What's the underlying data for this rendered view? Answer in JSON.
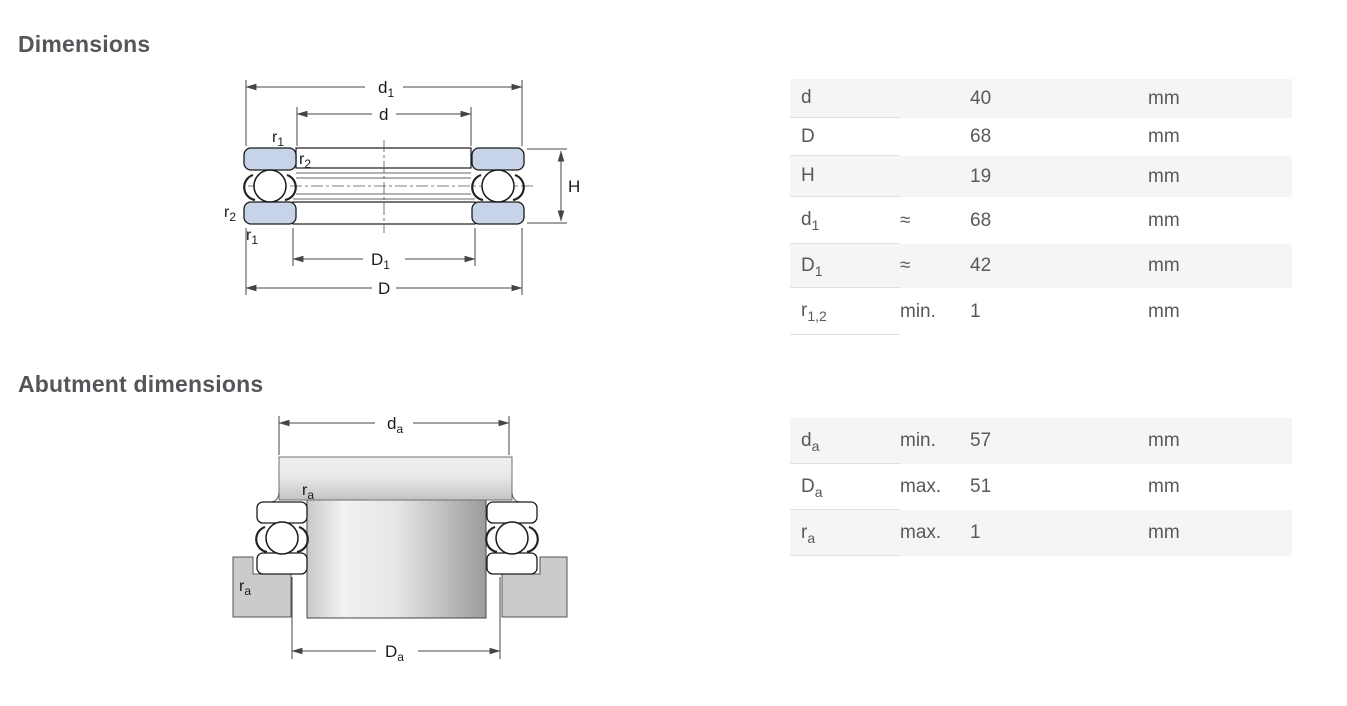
{
  "headings": {
    "dimensions": "Dimensions",
    "abutment": "Abutment dimensions"
  },
  "tables": {
    "dimensions": {
      "rows": [
        {
          "symbol": {
            "base": "d"
          },
          "qualifier": "",
          "value": "40",
          "unit": "mm"
        },
        {
          "symbol": {
            "base": "D"
          },
          "qualifier": "",
          "value": "68",
          "unit": "mm"
        },
        {
          "symbol": {
            "base": "H"
          },
          "qualifier": "",
          "value": "19",
          "unit": "mm"
        },
        {
          "symbol": {
            "base": "d",
            "sub": "1"
          },
          "qualifier": "≈",
          "value": "68",
          "unit": "mm"
        },
        {
          "symbol": {
            "base": "D",
            "sub": "1"
          },
          "qualifier": "≈",
          "value": "42",
          "unit": "mm"
        },
        {
          "symbol": {
            "base": "r",
            "sub": "1,2"
          },
          "qualifier": "min.",
          "value": "1",
          "unit": "mm"
        }
      ]
    },
    "abutment": {
      "rows": [
        {
          "symbol": {
            "base": "d",
            "sub": "a"
          },
          "qualifier": "min.",
          "value": "57",
          "unit": "mm"
        },
        {
          "symbol": {
            "base": "D",
            "sub": "a"
          },
          "qualifier": "max.",
          "value": "51",
          "unit": "mm"
        },
        {
          "symbol": {
            "base": "r",
            "sub": "a"
          },
          "qualifier": "max.",
          "value": "1",
          "unit": "mm"
        }
      ]
    }
  },
  "drawings": {
    "dimensions": {
      "description": "Cross-section of single direction thrust ball bearing with dimension callouts",
      "labels": {
        "d1": {
          "base": "d",
          "sub": "1"
        },
        "d": {
          "base": "d"
        },
        "H": {
          "base": "H"
        },
        "D1": {
          "base": "D",
          "sub": "1"
        },
        "D": {
          "base": "D"
        },
        "r1": {
          "base": "r",
          "sub": "1"
        },
        "r2": {
          "base": "r",
          "sub": "2"
        }
      }
    },
    "abutment": {
      "description": "Thrust bearing mounted between shaft shoulder and housing with abutment dimension callouts",
      "labels": {
        "da": {
          "base": "d",
          "sub": "a"
        },
        "Da": {
          "base": "D",
          "sub": "a"
        },
        "ra": {
          "base": "r",
          "sub": "a"
        }
      }
    }
  },
  "colors": {
    "ring_blue": "#c7d3e9",
    "row_shade": "#f5f5f5",
    "heading_text": "#54565a",
    "table_text": "#58595b",
    "outline": "#1a1a1a",
    "dimension_line": "#444444",
    "steel_light": "#f2f2f2",
    "steel_dark": "#9c9c9c",
    "housing_gray": "#cbcbcb"
  }
}
